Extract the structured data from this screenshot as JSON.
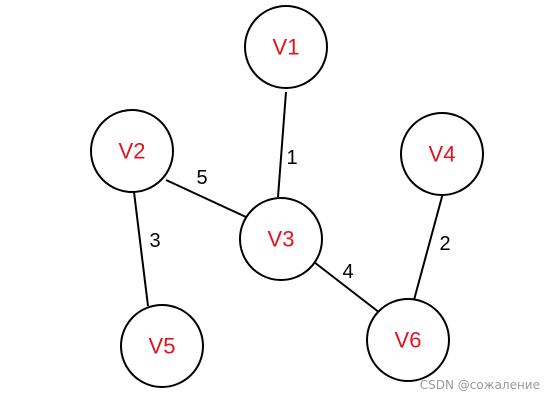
{
  "colors": {
    "node_label": "#e0141e",
    "node_stroke": "#000000",
    "edge": "#000000",
    "weight_label": "#000000",
    "watermark": "#9a9a9a"
  },
  "nodes": [
    {
      "id": "V1",
      "label": "V1"
    },
    {
      "id": "V2",
      "label": "V2"
    },
    {
      "id": "V3",
      "label": "V3"
    },
    {
      "id": "V4",
      "label": "V4"
    },
    {
      "id": "V5",
      "label": "V5"
    },
    {
      "id": "V6",
      "label": "V6"
    }
  ],
  "edges": [
    {
      "from": "V1",
      "to": "V3",
      "weight": "1"
    },
    {
      "from": "V2",
      "to": "V3",
      "weight": "5"
    },
    {
      "from": "V2",
      "to": "V5",
      "weight": "3"
    },
    {
      "from": "V3",
      "to": "V6",
      "weight": "4"
    },
    {
      "from": "V4",
      "to": "V6",
      "weight": "2"
    }
  ],
  "watermark": "CSDN @сожаление"
}
